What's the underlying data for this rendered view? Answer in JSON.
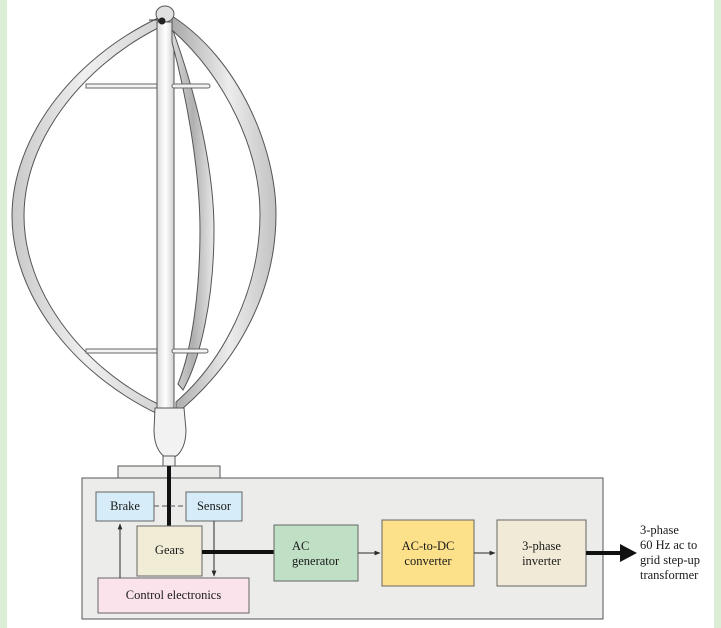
{
  "blocks": {
    "brake": "Brake",
    "sensor": "Sensor",
    "gears": "Gears",
    "control": "Control electronics",
    "ac_gen_line1": "AC",
    "ac_gen_line2": "generator",
    "acdc_line1": "AC-to-DC",
    "acdc_line2": "converter",
    "inverter_line1": "3-phase",
    "inverter_line2": "inverter"
  },
  "output": {
    "line1": "3-phase",
    "line2": "60 Hz ac to",
    "line3": "grid step-up",
    "line4": "transformer"
  },
  "colors": {
    "housing": "#ececea",
    "brake_sensor": "#d6ecf8",
    "gears": "#f0ecd6",
    "control": "#fbe3ec",
    "ac_generator": "#bfe0c5",
    "acdc": "#fde08a",
    "inverter": "#f1ead6"
  }
}
